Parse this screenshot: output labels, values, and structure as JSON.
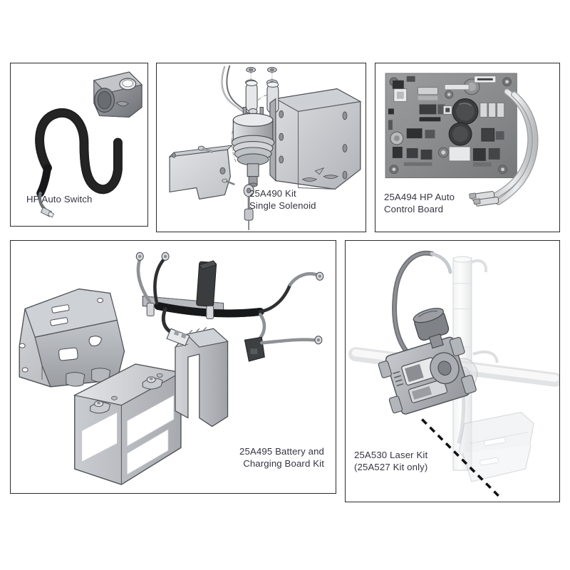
{
  "page": {
    "background_color": "#ffffff",
    "border_color": "#2b2b2b",
    "caption_color": "#363440",
    "metal_light": "#d9dadd",
    "metal_mid": "#b4b6bb",
    "metal_dark": "#8d9095",
    "cable_dark": "#2f2f31",
    "board_gray": "#8a8c8e"
  },
  "panels": [
    {
      "id": "panel-switch",
      "name": "hp-auto-switch",
      "caption": "HP Auto Switch",
      "caption_align": "left",
      "parts": [
        "coiled cable",
        "handlebar clamp switch",
        "push button",
        "connector plug"
      ]
    },
    {
      "id": "panel-solenoid",
      "name": "single-solenoid-kit",
      "caption": "25A490 Kit\nSingle Solenoid",
      "caption_align": "left",
      "parts": [
        "solenoid coil",
        "mounting bracket",
        "cover plate",
        "hoses",
        "nuts",
        "washers",
        "screw",
        "wire lead"
      ]
    },
    {
      "id": "panel-controlboard",
      "name": "hp-auto-control-board",
      "caption": "25A494 HP Auto\nControl Board",
      "caption_align": "left",
      "parts": [
        "printed circuit board",
        "two wire leads with spade terminals"
      ]
    },
    {
      "id": "panel-battery",
      "name": "battery-and-charging-board-kit",
      "caption": "25A495 Battery and\nCharging Board Kit",
      "caption_align": "right",
      "parts": [
        "battery tray bracket",
        "battery",
        "hold-down strap",
        "wiring harness",
        "fuse holder",
        "ring terminals",
        "connector"
      ]
    },
    {
      "id": "panel-laser",
      "name": "laser-kit",
      "caption": "25A530 Laser Kit\n(25A527 Kit only)",
      "caption_align": "left",
      "parts": [
        "laser module",
        "clamp bracket",
        "adjust knob",
        "cable",
        "spray boom tube",
        "dashed laser beam"
      ]
    }
  ]
}
